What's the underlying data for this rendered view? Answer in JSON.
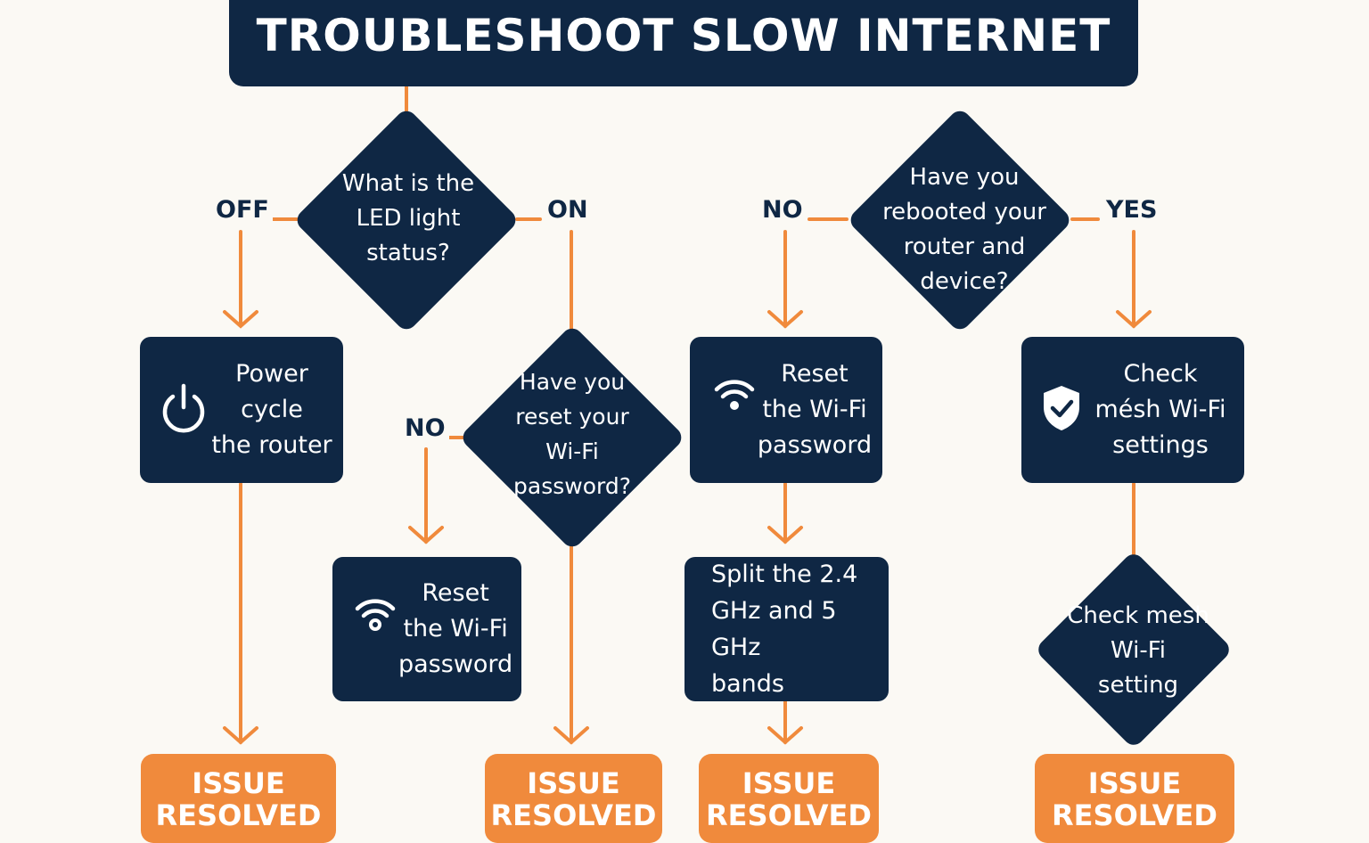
{
  "title": "TROUBLESHOOT SLOW INTERNET",
  "colors": {
    "navy": "#0f2744",
    "orange": "#f08a3c",
    "background": "#fbf9f4"
  },
  "decisions": {
    "led": "What is the LED light status?",
    "rebooted": "Have you rebooted your router and device?",
    "wifi_password": "Have you reset your Wi-Fi password?",
    "mesh": "Check mesh Wi-Fi setting"
  },
  "labels": {
    "off": "OFF",
    "on": "ON",
    "no_left": "NO",
    "no_right": "NO",
    "yes": "YES"
  },
  "actions": {
    "power_cycle": "Power\ncycle\nthe router",
    "reset_wifi_middle": "Reset\nthe Wi-Fi\npassword",
    "reset_wifi_right": "Reset\nthe Wi-Fi\npassword",
    "check_mesh": "Check\nmésh Wi-Fi\nsettings",
    "split_bands": "Split the 2.4\nGHz and 5 GHz\nbands"
  },
  "icons": {
    "power_cycle": "power-icon",
    "reset_wifi_middle": "wifi-icon",
    "reset_wifi_right": "wifi-icon",
    "check_mesh": "shield-check-icon"
  },
  "resolved": {
    "line1": "ISSUE",
    "line2": "RESOLVED"
  }
}
